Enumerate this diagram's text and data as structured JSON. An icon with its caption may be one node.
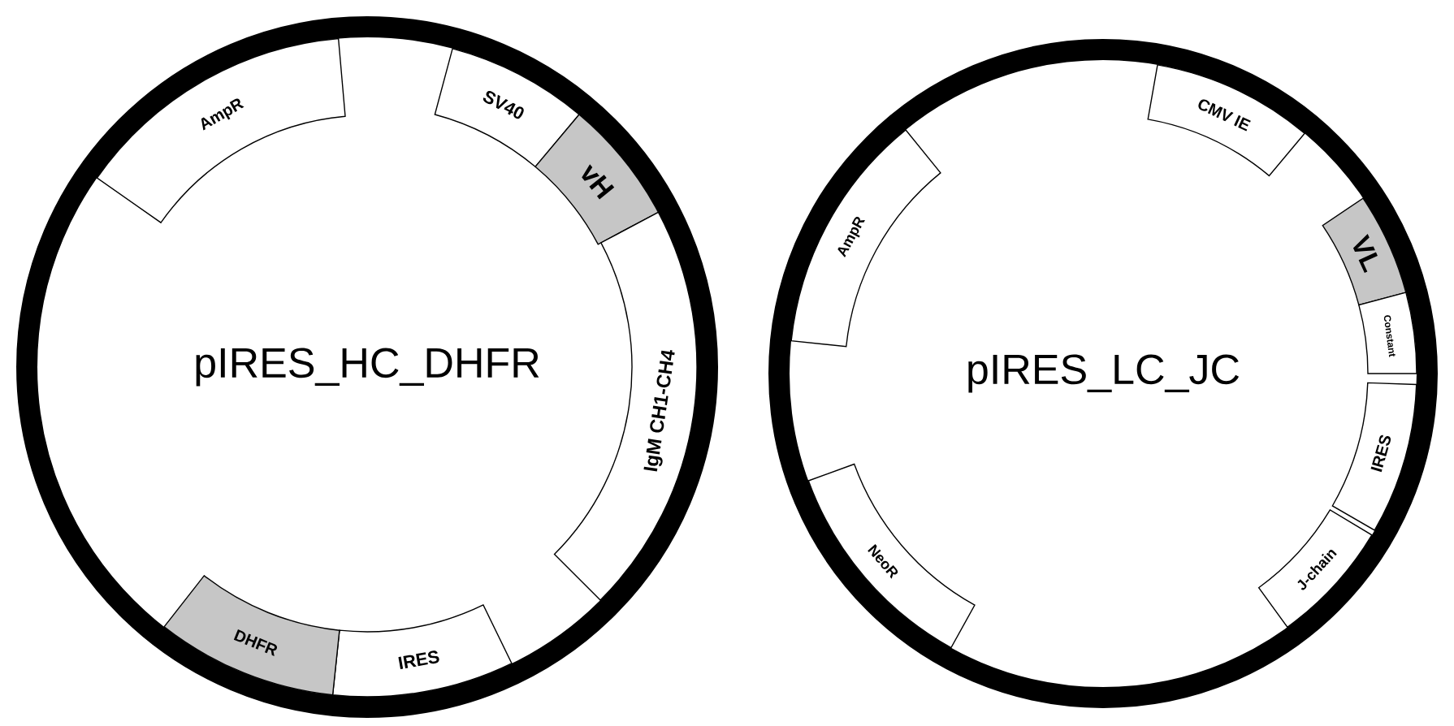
{
  "diagram": {
    "nodes": [
      {
        "text": [
          "pIRES_HC_DHFR"
        ]
      },
      {
        "text": [
          "AmpR"
        ],
        "in": 0
      },
      {
        "text": [
          "SV40"
        ],
        "in": 0
      },
      {
        "text": [
          "vH"
        ],
        "in": 0
      },
      {
        "text": [
          "IgM CH1-CH4"
        ],
        "in": 0
      },
      {
        "text": [
          "IRES"
        ],
        "in": 0
      },
      {
        "text": [
          "DHFR"
        ],
        "in": 0
      },
      {
        "text": [
          "pIRES_LC_JC"
        ]
      },
      {
        "text": [
          "CMV IE"
        ],
        "in": 7
      },
      {
        "text": [
          "VL"
        ],
        "in": 7
      },
      {
        "text": [
          "Constant"
        ],
        "in": 7
      },
      {
        "text": [
          "IRES"
        ],
        "in": 7
      },
      {
        "text": [
          "J-chain"
        ],
        "in": 7
      },
      {
        "text": [
          "NeoR"
        ],
        "in": 7
      },
      {
        "text": [
          "AmpR"
        ],
        "in": 7
      }
    ]
  }
}
